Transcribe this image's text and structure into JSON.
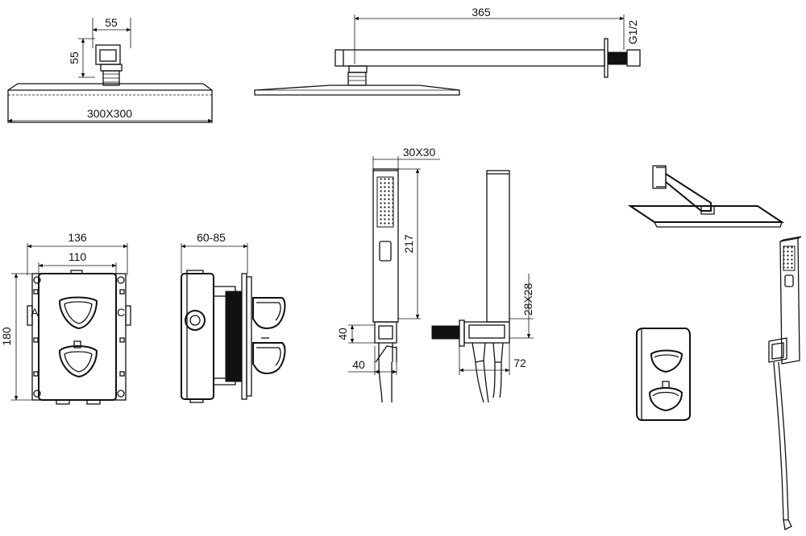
{
  "drawing": {
    "dimensions": {
      "arm_mount_width": "55",
      "arm_mount_height": "55",
      "head_size": "300X300",
      "arm_length": "365",
      "thread": "G1/2",
      "handset_section": "30X30",
      "handset_length": "217",
      "box_outer_width": "136",
      "box_inner_width": "110",
      "box_height": "180",
      "box_depth": "60-85",
      "holder_height": "40",
      "holder_width": "40",
      "holder_section": "28X28",
      "holder_projection": "72"
    },
    "box_letters": {
      "left": "A",
      "right": "C"
    }
  }
}
